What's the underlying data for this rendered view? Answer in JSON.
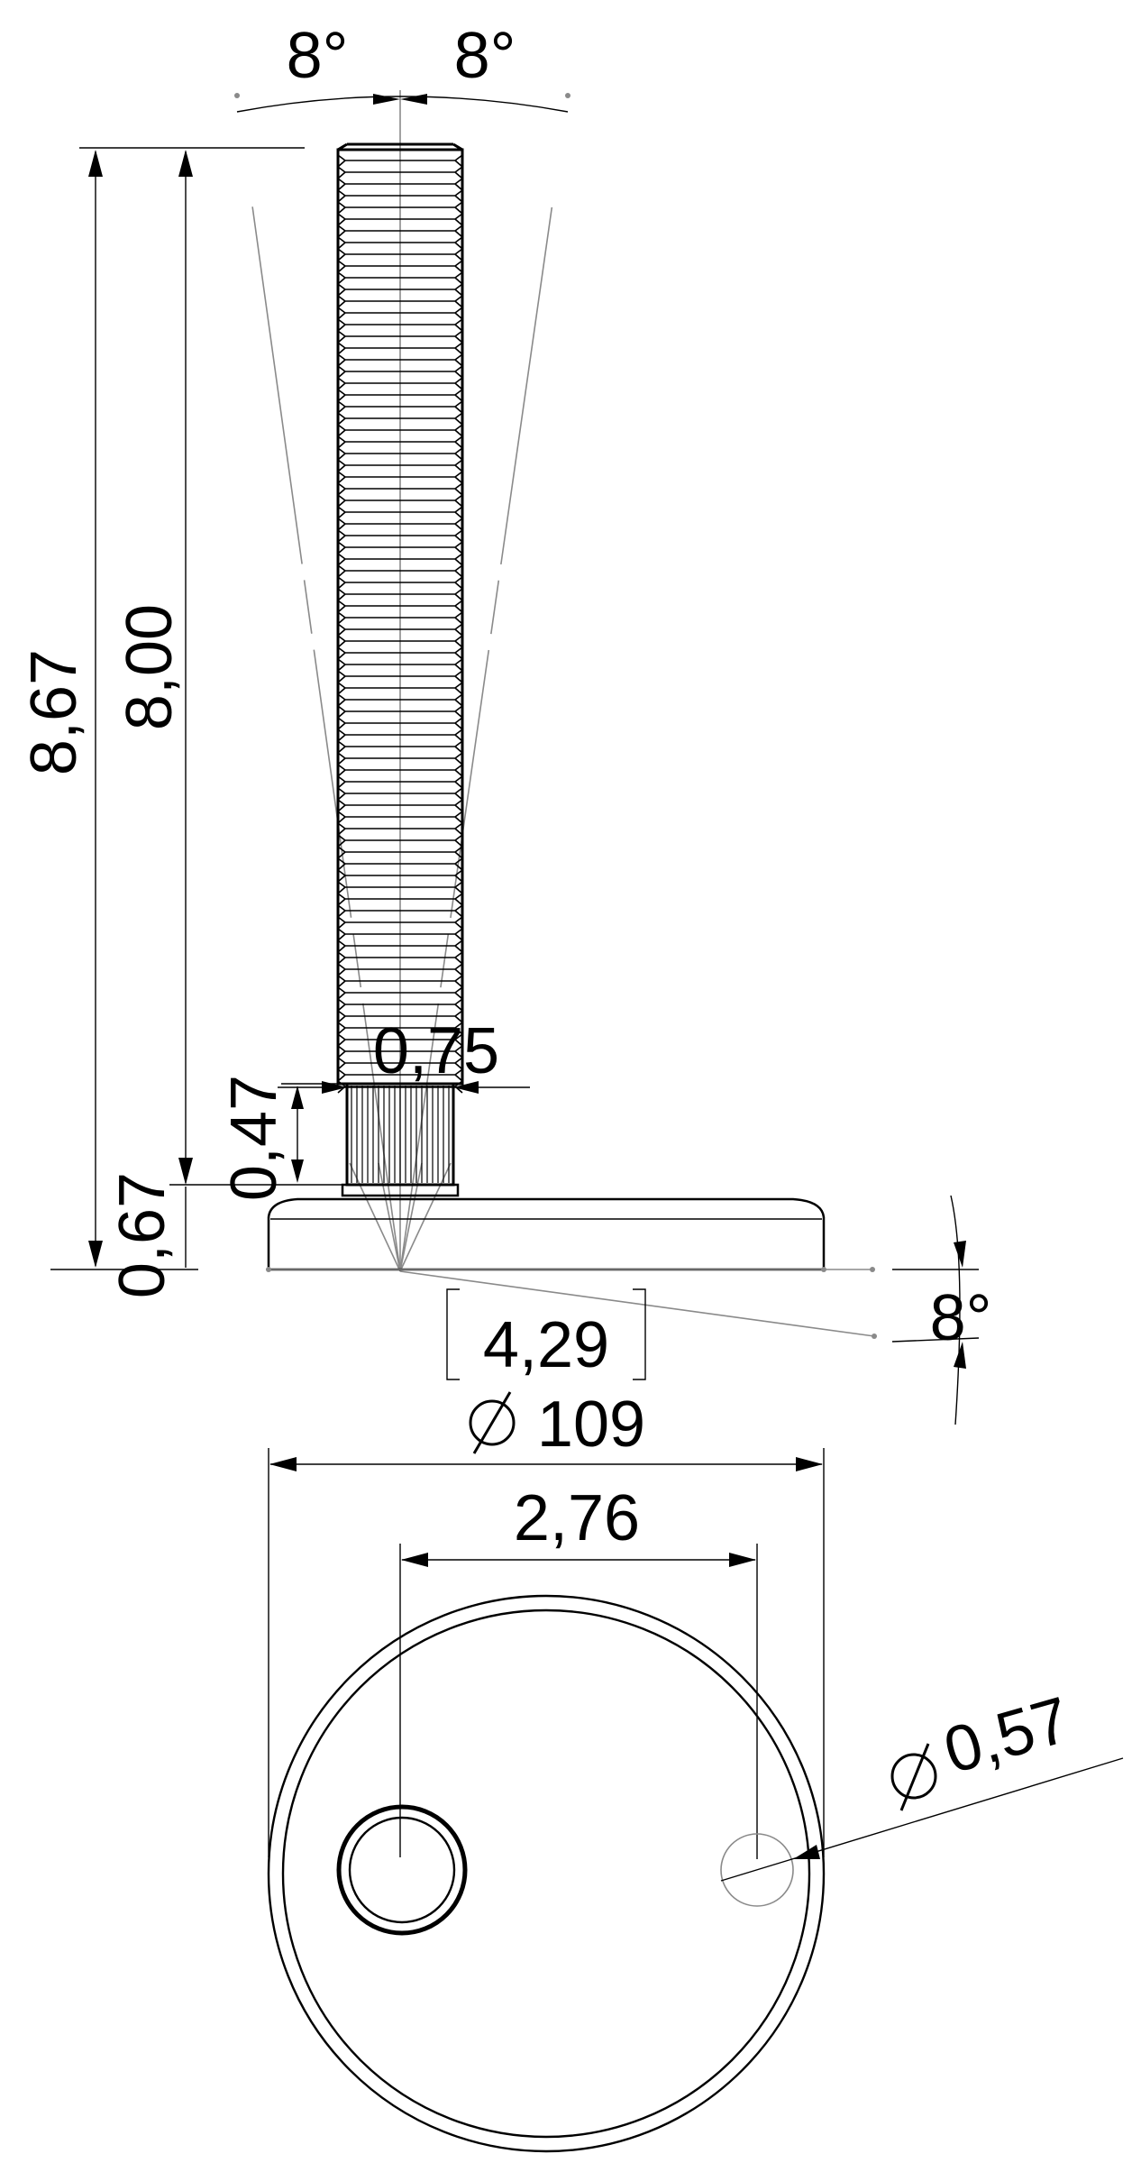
{
  "drawing": {
    "dimensions": {
      "angle_top_left": "8°",
      "angle_top_right": "8°",
      "total_height": "8,67",
      "thread_length": "8,00",
      "base_height": "0,67",
      "neck_height": "0,47",
      "neck_width": "0,75",
      "reference_height": "4,29",
      "base_diameter": "109",
      "hole_spacing": "2,76",
      "hole_diameter": "0,57",
      "tilt_angle": "8°"
    },
    "symbols": {
      "diameter": "⌀"
    },
    "colors": {
      "line": "#000000",
      "construction": "#8a8a8a",
      "background": "#ffffff"
    }
  }
}
